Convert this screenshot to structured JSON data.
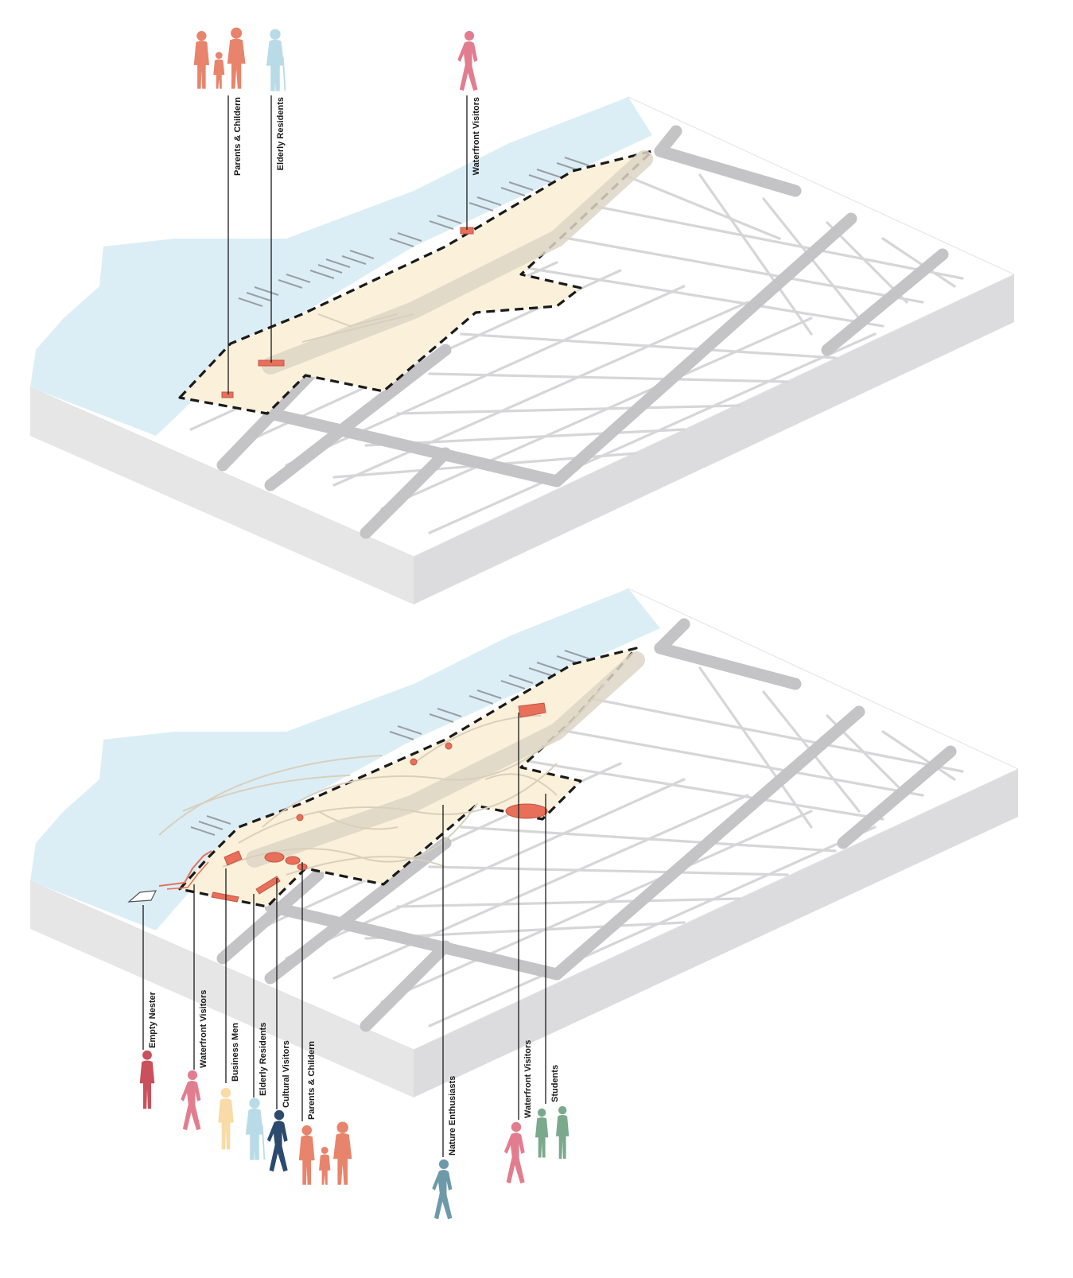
{
  "colors": {
    "water": "#dbeef6",
    "site_fill": "#fbf1db",
    "boundary": "#1a1a1a",
    "intervention": "#e8705b",
    "parents": "#e8846b",
    "elderly": "#b9dbe8",
    "waterfront": "#e27d8f",
    "business": "#f8dba7",
    "cultural": "#2c4a6e",
    "empty_nester": "#c9505c",
    "nature": "#6d9aa8",
    "students": "#7ba98c"
  },
  "top_diagram": {
    "labels": [
      {
        "key": "parents",
        "text": "Parents & Childern",
        "figure": "family-icon",
        "color": "#e8846b"
      },
      {
        "key": "elderly",
        "text": "Elderly Residents",
        "figure": "elder-icon",
        "color": "#b9dbe8"
      },
      {
        "key": "waterfront",
        "text": "Waterfront Visitors",
        "figure": "walker-icon",
        "color": "#e27d8f"
      }
    ]
  },
  "bottom_diagram": {
    "labels": [
      {
        "key": "empty_nester",
        "text": "Empty Nester",
        "figure": "person-icon",
        "color": "#c9505c"
      },
      {
        "key": "waterfront_a",
        "text": "Waterfront Visitors",
        "figure": "walker-icon",
        "color": "#e27d8f"
      },
      {
        "key": "business",
        "text": "Business Men",
        "figure": "person-icon",
        "color": "#f8dba7"
      },
      {
        "key": "elderly",
        "text": "Elderly Residents",
        "figure": "elder-icon",
        "color": "#b9dbe8"
      },
      {
        "key": "cultural",
        "text": "Cultural Visitors",
        "figure": "walker-icon",
        "color": "#2c4a6e"
      },
      {
        "key": "parents",
        "text": "Parents & Childern",
        "figure": "family-icon",
        "color": "#e8846b"
      },
      {
        "key": "nature",
        "text": "Nature Enthusiasts",
        "figure": "walker-icon",
        "color": "#6d9aa8"
      },
      {
        "key": "waterfront_b",
        "text": "Waterfront Visitors",
        "figure": "walker-icon",
        "color": "#e27d8f"
      },
      {
        "key": "students",
        "text": "Students",
        "figure": "pair-icon",
        "color": "#7ba98c"
      }
    ]
  }
}
